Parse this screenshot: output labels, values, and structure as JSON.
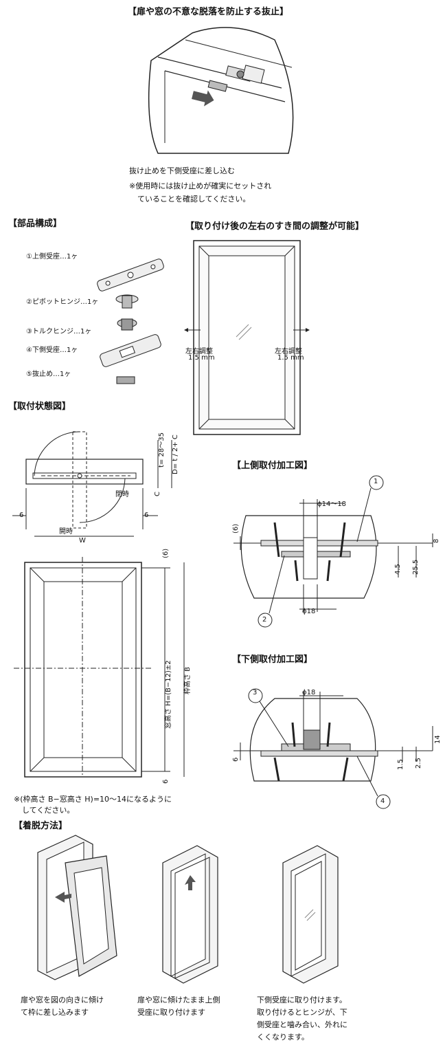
{
  "top": {
    "title": "【扉や窓の不意な脱落を防止する抜止】",
    "caption": "抜け止めを下側受座に差し込む",
    "note_line1": "※使用時には抜け止めが確実にセットされ",
    "note_line2": "ていることを確認してください。"
  },
  "parts": {
    "title": "【部品構成】",
    "items": [
      "①上側受座…1ヶ",
      "②ピボットヒンジ…1ヶ",
      "③トルクヒンジ…1ヶ",
      "④下側受座…1ヶ",
      "⑤抜止め…1ヶ"
    ]
  },
  "adjust": {
    "title": "【取り付け後の左右のすき間の調整が可能】",
    "left_label": "左右調整",
    "left_value": "1.5 mm",
    "right_label": "左右調整",
    "right_value": "1.5 mm"
  },
  "install": {
    "title": "【取付状態図】",
    "t_label": "t= 28～35",
    "d_label": "D= t / 2+ C",
    "c_label": "C",
    "closed_label": "閉時",
    "open_label": "開時",
    "w_label": "W",
    "six_left": "6",
    "six_right": "6",
    "six_top": "(6)",
    "six_bottom": "6",
    "window_height": "窓高さ H=(B−12)±2",
    "frame_height": "枠高さ B",
    "note_line1": "※(枠高さ B−窓高さ H)=10～14になるように",
    "note_line2": "してください。"
  },
  "upper_machining": {
    "title": "【上側取付加工図】",
    "callout1": "1",
    "callout2": "2",
    "dim_phi_top": "ϕ14～18",
    "dim_phi_bottom": "ϕ18",
    "dim_6": "(6)",
    "dim_8": "8",
    "dim_45": "4.5",
    "dim_255": "25.5"
  },
  "lower_machining": {
    "title": "【下側取付加工図】",
    "callout3": "3",
    "callout4": "4",
    "dim_phi": "ϕ18",
    "dim_14": "14",
    "dim_6": "6",
    "dim_15": "1.5",
    "dim_25": "2.5"
  },
  "howto": {
    "title": "【着脱方法】",
    "step1_line1": "扉や窓を図の向きに傾け",
    "step1_line2": "て枠に差し込みます",
    "step2_line1": "扉や窓に傾けたまま上側",
    "step2_line2": "受座に取り付けます",
    "step3_line1": "下側受座に取り付けます。",
    "step3_line2": "取り付けるとヒンジが、下",
    "step3_line3": "側受座と噛み合い、外れに",
    "step3_line4": "くくなります。"
  }
}
